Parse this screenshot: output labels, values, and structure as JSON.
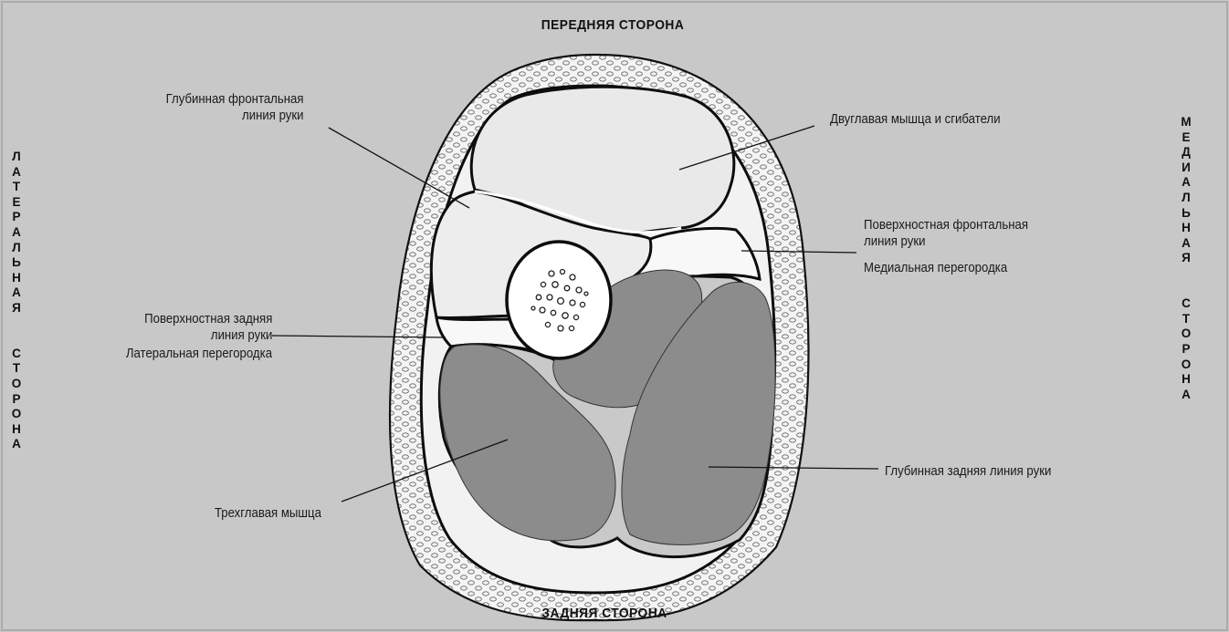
{
  "sides": {
    "anterior": "ПЕРЕДНЯЯ СТОРОНА",
    "posterior": "ЗАДНЯЯ СТОРОНА",
    "lateral": "ЛАТЕРАЛЬНАЯ СТОРОНА",
    "medial": "МЕДИАЛЬНАЯ СТОРОНА"
  },
  "labels": {
    "deep_front_arm_line": [
      "Глубинная фронтальная",
      "линия руки"
    ],
    "biceps_flexors": "Двуглавая мышца и сгибатели",
    "superficial_front_arm_line": [
      "Поверхностная фронтальная",
      "линия руки"
    ],
    "medial_septum": "Медиальная перегородка",
    "superficial_back_arm_line": [
      "Поверхностная задняя",
      "линия руки"
    ],
    "lateral_septum": "Латеральная перегородка",
    "deep_back_arm_line": "Глубинная задняя линия руки",
    "triceps": "Трехглавая мышца"
  },
  "colors": {
    "background": "#c9c9c9",
    "muscle_dark": "#8c8c8c",
    "fascia_light": "#ededed",
    "outline": "#0d0d0d"
  }
}
